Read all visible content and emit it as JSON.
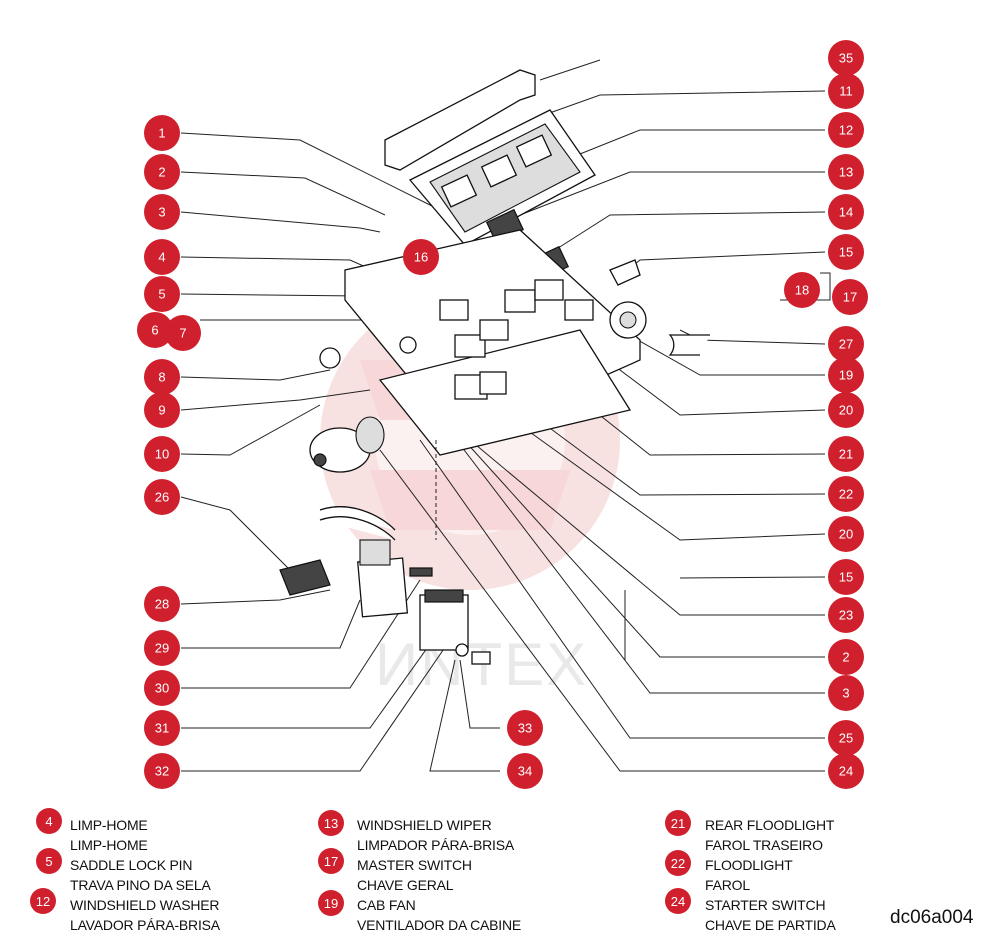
{
  "watermark": "ИNTEX",
  "doc_code": "dc06a004",
  "callouts_left": [
    {
      "n": "1"
    },
    {
      "n": "2"
    },
    {
      "n": "3"
    },
    {
      "n": "4"
    },
    {
      "n": "5"
    },
    {
      "n": "6"
    },
    {
      "n": "7"
    },
    {
      "n": "8"
    },
    {
      "n": "9"
    },
    {
      "n": "10"
    },
    {
      "n": "26"
    },
    {
      "n": "28"
    },
    {
      "n": "29"
    },
    {
      "n": "30"
    },
    {
      "n": "31"
    },
    {
      "n": "32"
    },
    {
      "n": "16"
    },
    {
      "n": "33"
    },
    {
      "n": "34"
    }
  ],
  "callouts_right": [
    {
      "n": "35"
    },
    {
      "n": "11"
    },
    {
      "n": "12"
    },
    {
      "n": "13"
    },
    {
      "n": "14"
    },
    {
      "n": "15"
    },
    {
      "n": "18"
    },
    {
      "n": "17"
    },
    {
      "n": "27"
    },
    {
      "n": "19"
    },
    {
      "n": "20"
    },
    {
      "n": "21"
    },
    {
      "n": "22"
    },
    {
      "n": "20"
    },
    {
      "n": "15"
    },
    {
      "n": "23"
    },
    {
      "n": "2"
    },
    {
      "n": "3"
    },
    {
      "n": "25"
    },
    {
      "n": "24"
    }
  ],
  "legend": {
    "col1": [
      {
        "n": "4",
        "lines": [
          "LIMP-HOME",
          "LIMP-HOME"
        ]
      },
      {
        "n": "5",
        "lines": [
          "SADDLE LOCK PIN",
          "TRAVA PINO DA SELA"
        ]
      },
      {
        "n": "12",
        "lines": [
          "WINDSHIELD WASHER",
          "LAVADOR PÁRA-BRISA"
        ]
      }
    ],
    "col2": [
      {
        "n": "13",
        "lines": [
          "WINDSHIELD WIPER",
          "LIMPADOR PÁRA-BRISA"
        ]
      },
      {
        "n": "17",
        "lines": [
          "MASTER SWITCH",
          "CHAVE GERAL"
        ]
      },
      {
        "n": "19",
        "lines": [
          "CAB FAN",
          "VENTILADOR DA CABINE"
        ]
      }
    ],
    "col3": [
      {
        "n": "21",
        "lines": [
          "REAR FLOODLIGHT",
          "FAROL TRASEIRO"
        ]
      },
      {
        "n": "22",
        "lines": [
          "FLOODLIGHT",
          "FAROL"
        ]
      },
      {
        "n": "24",
        "lines": [
          "STARTER SWITCH",
          "CHAVE DE PARTIDA"
        ]
      }
    ]
  }
}
